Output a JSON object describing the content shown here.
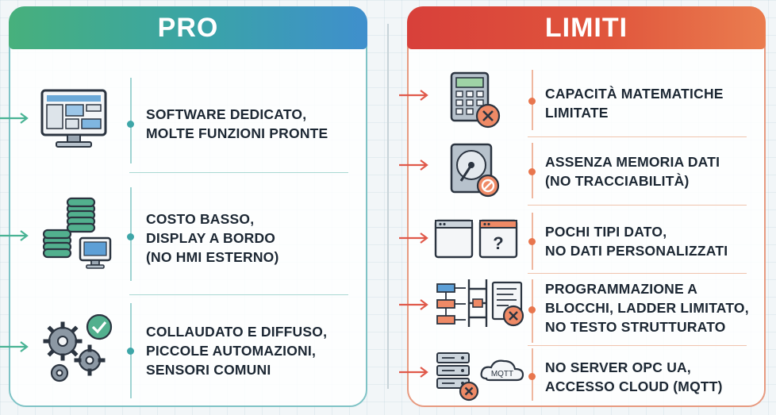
{
  "colors": {
    "pro_accent": "#3ea6a8",
    "limiti_accent": "#e8764e"
  },
  "pro": {
    "title": "PRO",
    "items": [
      {
        "icon": "computer-monitor-icon",
        "lines": [
          "SOFTWARE DEDICATO,",
          "MOLTE FUNZIONI PRONTE"
        ]
      },
      {
        "icon": "coins-and-display-icon",
        "lines": [
          "COSTO BASSO,",
          "DISPLAY A BORDO",
          "(NO HMI ESTERNO)"
        ]
      },
      {
        "icon": "gears-check-icon",
        "lines": [
          "COLLAUDATO E DIFFUSO,",
          "PICCOLE AUTOMAZIONI,",
          "SENSORI COMUNI"
        ]
      }
    ]
  },
  "limiti": {
    "title": "LIMITI",
    "items": [
      {
        "icon": "calculator-cross-icon",
        "lines": [
          "CAPACITÀ MATEMATICHE",
          "LIMITATE"
        ]
      },
      {
        "icon": "hard-drive-blocked-icon",
        "lines": [
          "ASSENZA MEMORIA DATI",
          "(NO TRACCIABILITÀ)"
        ]
      },
      {
        "icon": "windows-question-icon",
        "lines": [
          "POCHI TIPI DATO,",
          "NO DATI PERSONALIZZATI"
        ]
      },
      {
        "icon": "ladder-blocks-cross-icon",
        "lines": [
          "PROGRAMMAZIONE A",
          "BLOCCHI, LADDER LIMITATO,",
          "NO TESTO STRUTTURATO"
        ]
      },
      {
        "icon": "server-mqtt-cloud-icon",
        "mqtt_label": "MQTT",
        "lines": [
          "NO SERVER OPC UA,",
          "ACCESSO CLOUD (MQTT)"
        ]
      }
    ]
  }
}
